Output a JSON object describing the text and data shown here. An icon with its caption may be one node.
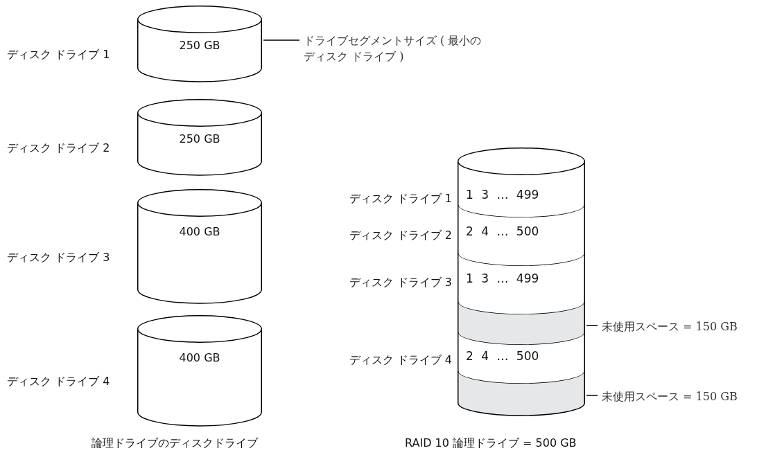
{
  "diagram": {
    "nodes": [
      {
        "text": [
          "250 GB"
        ],
        "beside": [
          "ディスク ドライブ 1"
        ]
      },
      {
        "text": [
          "250 GB"
        ],
        "beside": [
          "ディスク ドライブ 2"
        ]
      },
      {
        "text": [
          "400 GB"
        ],
        "beside": [
          "ディスク ドライブ 3"
        ]
      },
      {
        "text": [
          "400 GB"
        ],
        "beside": [
          "ディスク ドライブ 4"
        ]
      },
      {
        "text": [
          "ドライブセグメントサイズ ( 最小のディスク ドライブ )"
        ]
      },
      {
        "text": [
          "1 3 … 499"
        ],
        "beside": [
          "ディスク ドライブ 1"
        ]
      },
      {
        "text": [
          "2 4 … 500"
        ],
        "beside": [
          "ディスク ドライブ 2"
        ]
      },
      {
        "text": [
          "1 3 … 499"
        ],
        "beside": [
          "ディスク ドライブ 3"
        ]
      },
      {
        "text": [],
        "shape": "bar"
      },
      {
        "text": [
          "2 4 … 500"
        ],
        "beside": [
          "ディスク ドライブ 4"
        ]
      },
      {
        "text": [],
        "shape": "bar"
      },
      {
        "text": [
          "未使用スペース = 150 GB"
        ]
      },
      {
        "text": [
          "未使用スペース = 150 GB"
        ]
      }
    ],
    "edges": [
      {
        "from": 4,
        "to": 0,
        "arrow": "none"
      },
      {
        "from": 11,
        "to": 8,
        "arrow": "none"
      },
      {
        "from": 12,
        "to": 10,
        "arrow": "none"
      }
    ],
    "labels": [
      "論理ドライブのディスクドライブ",
      "RAID 10 論理ドライブ = 500 GB"
    ]
  }
}
